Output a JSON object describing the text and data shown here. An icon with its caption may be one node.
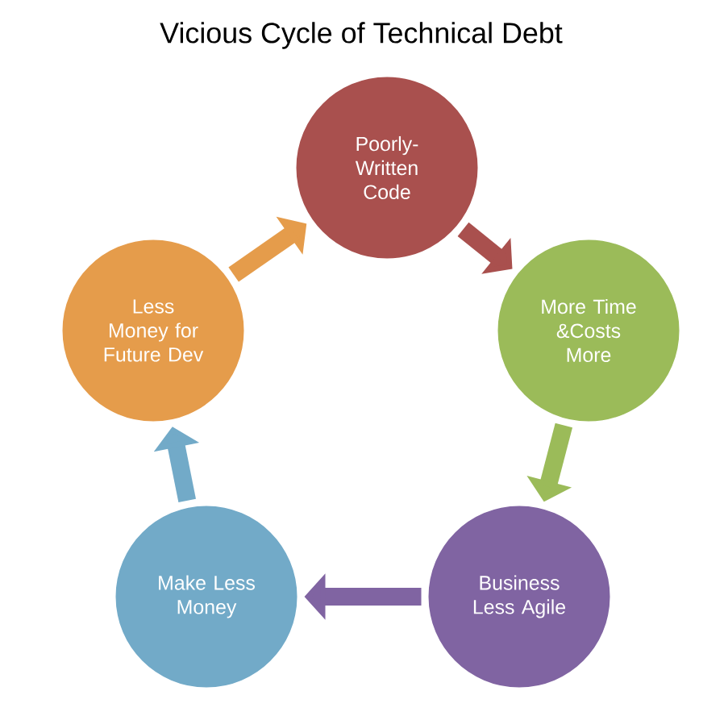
{
  "diagram": {
    "title": "Vicious Cycle of Technical Debt",
    "nodes": [
      {
        "text": [
          "Poorly-Written Code"
        ]
      },
      {
        "text": [
          "More Time &Costs More"
        ]
      },
      {
        "text": [
          "Business Less Agile"
        ]
      },
      {
        "text": [
          "Make Less Money"
        ]
      },
      {
        "text": [
          "Less Money for Future Dev"
        ]
      }
    ],
    "edges": [
      {
        "from": 0,
        "to": 1,
        "arrow": "to",
        "color": "#a9504e"
      },
      {
        "from": 1,
        "to": 2,
        "arrow": "to",
        "color": "#9bbb59"
      },
      {
        "from": 2,
        "to": 3,
        "arrow": "to",
        "color": "#8064a2"
      },
      {
        "from": 3,
        "to": 4,
        "arrow": "to",
        "color": "#72aac8"
      },
      {
        "from": 4,
        "to": 0,
        "arrow": "to",
        "color": "#e59c4b"
      }
    ]
  }
}
